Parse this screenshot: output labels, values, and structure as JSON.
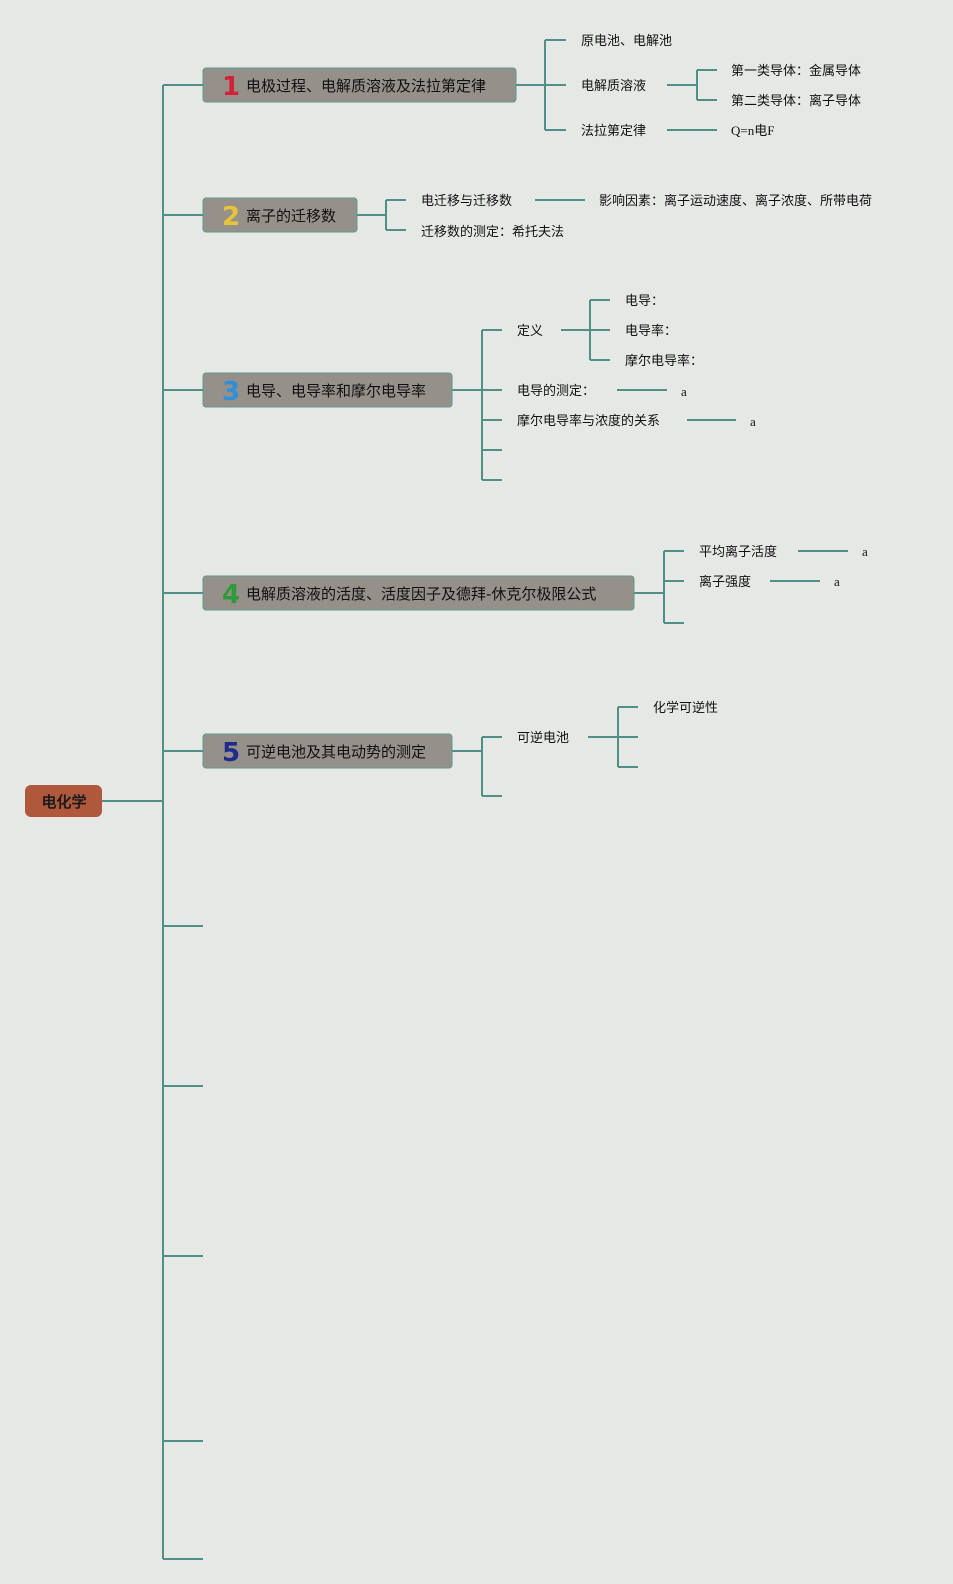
{
  "root": {
    "label": "电化学",
    "color": "#b0583c"
  },
  "line_color": "#4f8f86",
  "topic_box_color": "#959089",
  "topics": [
    {
      "number": "1",
      "number_color": "#d3213a",
      "label": "电极过程、电解质溶液及法拉第定律",
      "children": [
        {
          "label": "原电池、电解池"
        },
        {
          "label": "电解质溶液",
          "children": [
            "第一类导体：金属导体",
            "第二类导体：离子导体"
          ]
        },
        {
          "label": "法拉第定律",
          "children": [
            "Q=n电F"
          ]
        }
      ]
    },
    {
      "number": "2",
      "number_color": "#e8c43a",
      "label": "离子的迁移数",
      "children": [
        {
          "label": "电迁移与迁移数",
          "children": [
            "影响因素：离子运动速度、离子浓度、所带电荷"
          ]
        },
        {
          "label": "迁移数的测定：希托夫法"
        }
      ]
    },
    {
      "number": "3",
      "number_color": "#2f8fd8",
      "label": "电导、电导率和摩尔电导率",
      "children": [
        {
          "label": "定义",
          "children": [
            "电导：",
            "电导率：",
            "摩尔电导率："
          ]
        },
        {
          "label": "电导的测定：",
          "children": [
            "a"
          ]
        },
        {
          "label": "摩尔电导率与浓度的关系",
          "children": [
            "a"
          ]
        },
        {
          "label": ""
        },
        {
          "label": ""
        }
      ]
    },
    {
      "number": "4",
      "number_color": "#2e9a3a",
      "label": "电解质溶液的活度、活度因子及德拜-休克尔极限公式",
      "children": [
        {
          "label": "平均离子活度",
          "children": [
            "a"
          ]
        },
        {
          "label": "离子强度",
          "children": [
            "a"
          ]
        },
        {
          "label": ""
        }
      ]
    },
    {
      "number": "5",
      "number_color": "#1e2b8a",
      "label": "可逆电池及其电动势的测定",
      "children": [
        {
          "label": "可逆电池",
          "children": [
            "化学可逆性",
            "",
            ""
          ]
        },
        {
          "label": ""
        }
      ]
    }
  ]
}
